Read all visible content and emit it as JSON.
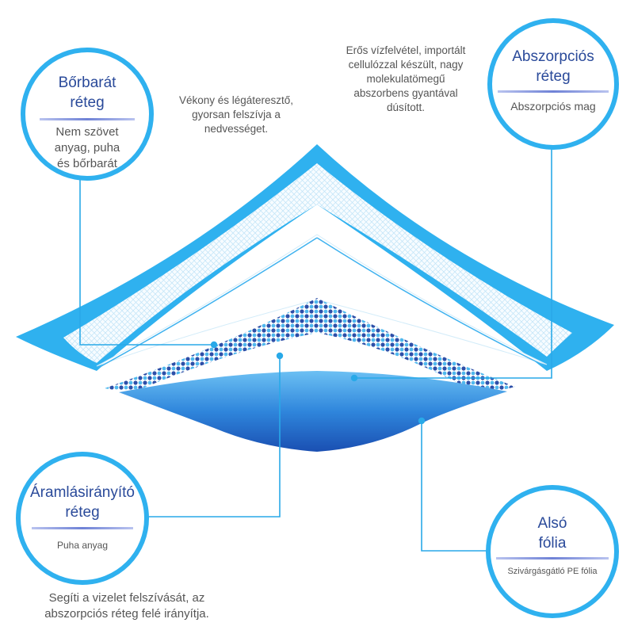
{
  "labels": {
    "skin_layer": {
      "title": "Bőrbarát\nréteg",
      "subtitle": "Nem szövet\nanyag, puha\nés bőrbarát"
    },
    "absorbent_layer": {
      "title": "Abszorpciós\nréteg",
      "subtitle": "Abszorpciós mag"
    },
    "flow_layer": {
      "title": "Áramlásirányító\nréteg",
      "subtitle": "Puha anyag"
    },
    "bottom_film": {
      "title": "Alsó\nfólia",
      "subtitle": "Szivárgásgátló PE fólia"
    }
  },
  "notes": {
    "skin_note": "Vékony és légáteresztő,\ngyorsan felszívja a\nnedvességet.",
    "absorbent_note": "Erős vízfelvétel, importált\ncellulózzal készült, nagy\nmolekulatömegű\nabszorbens gyantával\ndúsított.",
    "flow_note": "Segíti a vizelet felszívását, az\nabszorpciós réteg felé irányítja."
  },
  "colors": {
    "accent": "#2fb1ef",
    "title_text": "#2a4a9a",
    "note_text": "#555555",
    "leader_line": "#29a9e8",
    "dot_dark": "#2d4fa8",
    "dot_light": "#4fb8ee",
    "film_dark": "#1f66c6",
    "film_light": "#5db6f0"
  }
}
